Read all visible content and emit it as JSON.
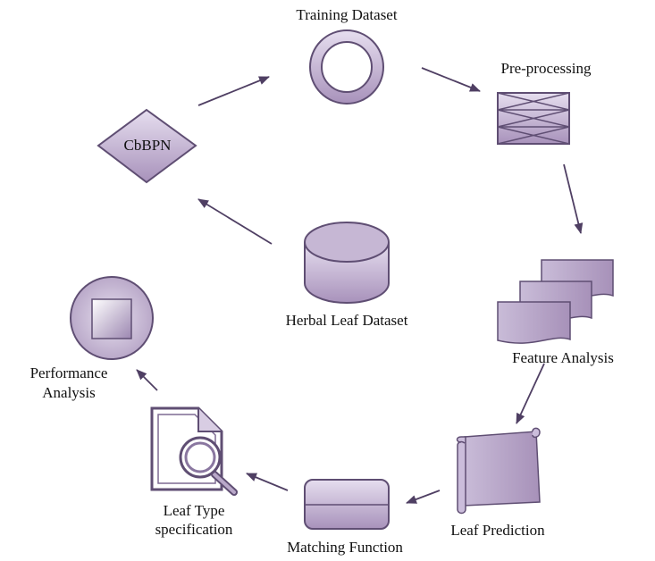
{
  "nodes": {
    "training_dataset": "Training Dataset",
    "pre_processing": "Pre-processing",
    "cbbpn": "CbBPN",
    "herbal_leaf_dataset": "Herbal Leaf Dataset",
    "feature_analysis": "Feature Analysis",
    "performance_analysis_line1": "Performance",
    "performance_analysis_line2": "Analysis",
    "leaf_prediction": "Leaf Prediction",
    "leaf_type_line1": "Leaf Type",
    "leaf_type_line2": "specification",
    "matching_function": "Matching Function"
  },
  "colors": {
    "fill_light": "#e4dced",
    "fill_dark": "#a48fb6",
    "stroke": "#5f4e73",
    "arrow": "#4f3f63"
  }
}
